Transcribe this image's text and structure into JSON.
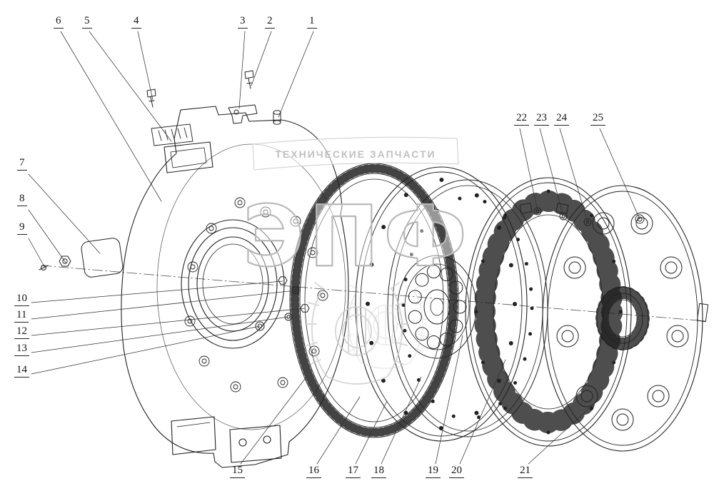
{
  "diagram": {
    "colors": {
      "line": "#222222",
      "watermark": "#c9c9c9"
    },
    "watermark": {
      "banner_text": "ТЕХНИЧЕСКИЕ ЗАПЧАСТИ",
      "main_text": "ЭПФ"
    },
    "callouts": [
      {
        "label": "1"
      },
      {
        "label": "2"
      },
      {
        "label": "3"
      },
      {
        "label": "4"
      },
      {
        "label": "5"
      },
      {
        "label": "6"
      },
      {
        "label": "7"
      },
      {
        "label": "8"
      },
      {
        "label": "9"
      },
      {
        "label": "10"
      },
      {
        "label": "11"
      },
      {
        "label": "12"
      },
      {
        "label": "13"
      },
      {
        "label": "14"
      },
      {
        "label": "15"
      },
      {
        "label": "16"
      },
      {
        "label": "17"
      },
      {
        "label": "18"
      },
      {
        "label": "19"
      },
      {
        "label": "20"
      },
      {
        "label": "21"
      },
      {
        "label": "22"
      },
      {
        "label": "23"
      },
      {
        "label": "24"
      },
      {
        "label": "25"
      }
    ]
  }
}
